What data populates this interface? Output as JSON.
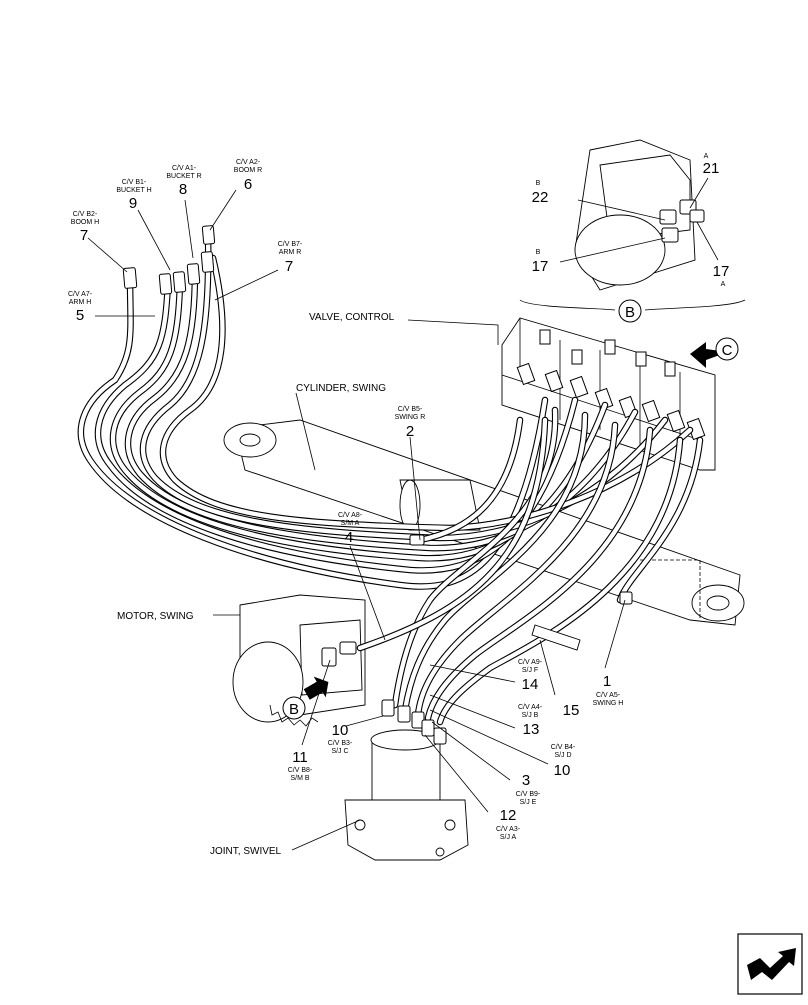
{
  "components": {
    "valve_control": "VALVE, CONTROL",
    "cylinder_swing": "CYLINDER, SWING",
    "motor_swing": "MOTOR, SWING",
    "joint_swivel": "JOINT, SWIVEL"
  },
  "views": {
    "b": "B",
    "c": "C"
  },
  "callouts": {
    "c5": {
      "num": "5",
      "l1": "C/V A7-",
      "l2": "ARM H"
    },
    "c7a": {
      "num": "7",
      "l1": "C/V B2-",
      "l2": "BOOM H"
    },
    "c9": {
      "num": "9",
      "l1": "C/V B1-",
      "l2": "BUCKET H"
    },
    "c8": {
      "num": "8",
      "l1": "C/V A1-",
      "l2": "BUCKET R"
    },
    "c6": {
      "num": "6",
      "l1": "C/V A2-",
      "l2": "BOOM R"
    },
    "c7b": {
      "num": "7",
      "l1": "C/V B7-",
      "l2": "ARM R"
    },
    "c2": {
      "num": "2",
      "l1": "C/V B5-",
      "l2": "SWING R"
    },
    "c4": {
      "num": "4",
      "l1": "C/V A8-",
      "l2": "S/M A"
    },
    "c1": {
      "num": "1",
      "l1": "C/V A5-",
      "l2": "SWING H"
    },
    "c14": {
      "num": "14",
      "l1": "C/V A9-",
      "l2": "S/J F"
    },
    "c13": {
      "num": "13",
      "l1": "C/V A4-",
      "l2": "S/J B"
    },
    "c15": {
      "num": "15"
    },
    "c10a": {
      "num": "10",
      "l1": "C/V B4-",
      "l2": "S/J D"
    },
    "c3": {
      "num": "3",
      "l1": "C/V B9-",
      "l2": "S/J E"
    },
    "c12": {
      "num": "12",
      "l1": "C/V A3-",
      "l2": "S/J A"
    },
    "c10b": {
      "num": "10",
      "l1": "C/V B3-",
      "l2": "S/J C"
    },
    "c11": {
      "num": "11",
      "l1": "C/V B8-",
      "l2": "S/M B"
    },
    "c22": {
      "num": "22",
      "pre": "B"
    },
    "c17a": {
      "num": "17",
      "pre": "B"
    },
    "c21": {
      "num": "21",
      "pre": "A"
    },
    "c17b": {
      "num": "17",
      "post": "A"
    }
  }
}
